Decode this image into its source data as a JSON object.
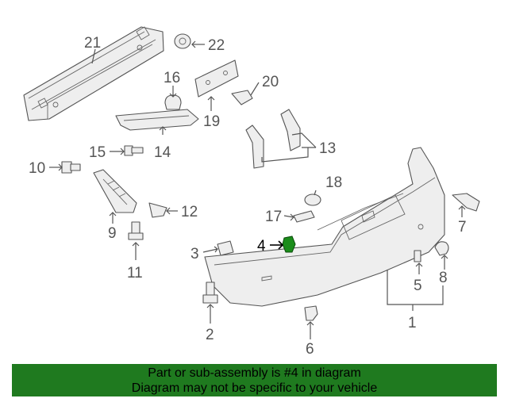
{
  "highlight_color": "#1a8c1a",
  "banner_color": "#1f7a1f",
  "callouts": {
    "c1": "1",
    "c2": "2",
    "c3": "3",
    "c4": "4",
    "c5": "5",
    "c6": "6",
    "c7": "7",
    "c8": "8",
    "c9": "9",
    "c10": "10",
    "c11": "11",
    "c12": "12",
    "c13": "13",
    "c14": "14",
    "c15": "15",
    "c16": "16",
    "c17": "17",
    "c18": "18",
    "c19": "19",
    "c20": "20",
    "c21": "21",
    "c22": "22"
  },
  "banner": {
    "line1": "Part or sub-assembly is #4 in diagram",
    "line2": "Diagram may not be specific to your vehicle"
  }
}
